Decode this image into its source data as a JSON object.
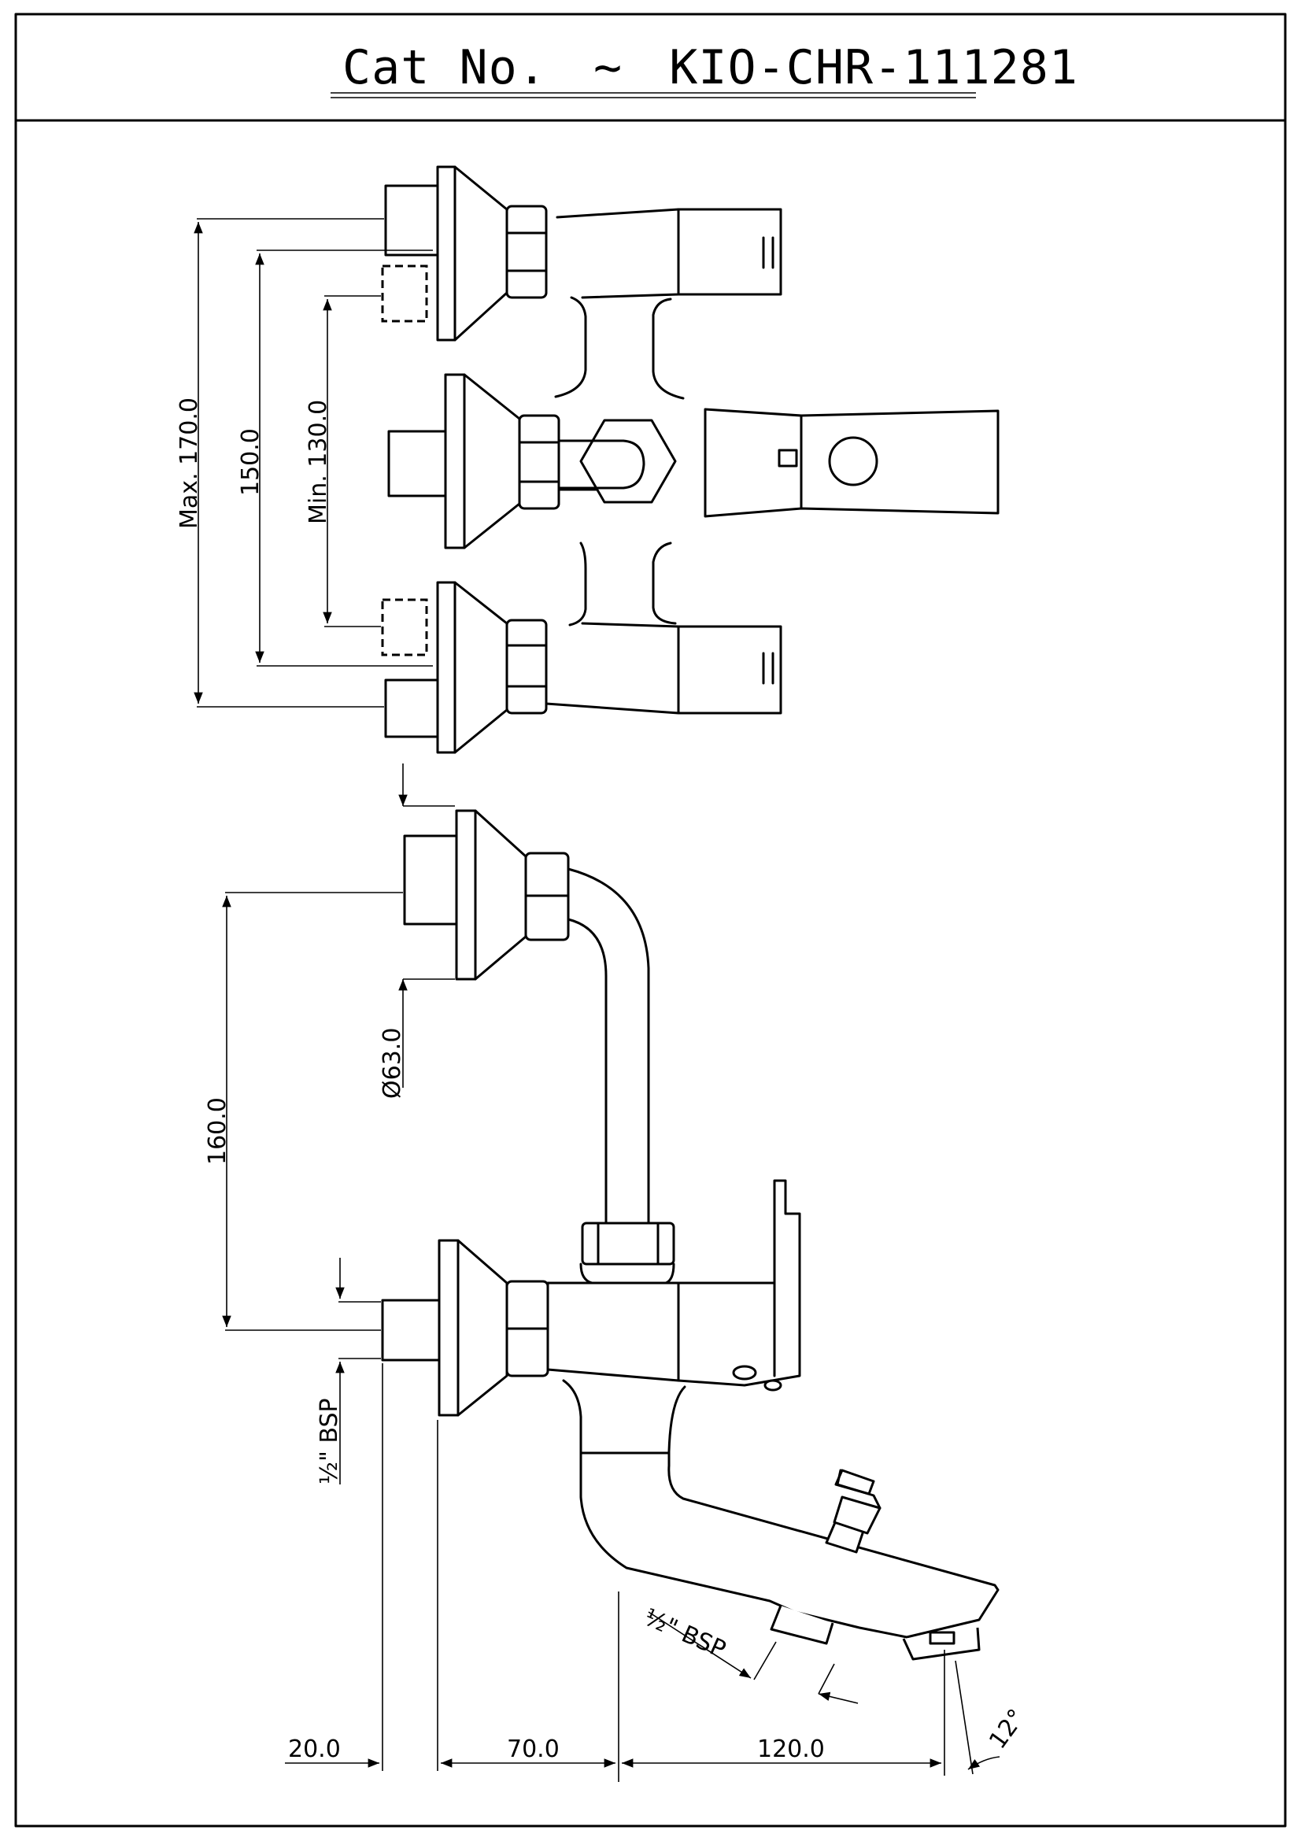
{
  "title": {
    "prefix": "Cat No.",
    "separator": "~",
    "code": "KIO-CHR-111281"
  },
  "dimensions": {
    "max_170": "Max. 170.0",
    "d150": "150.0",
    "min_130": "Min. 130.0",
    "dia63": "Ø63.0",
    "d160": "160.0",
    "bsp_wall": "½\" BSP",
    "bsp_spout": "½\" BSP",
    "d20": "20.0",
    "d70": "70.0",
    "d120": "120.0",
    "angle12": "12°"
  },
  "colors": {
    "ink": "#000000",
    "paper": "#ffffff"
  }
}
